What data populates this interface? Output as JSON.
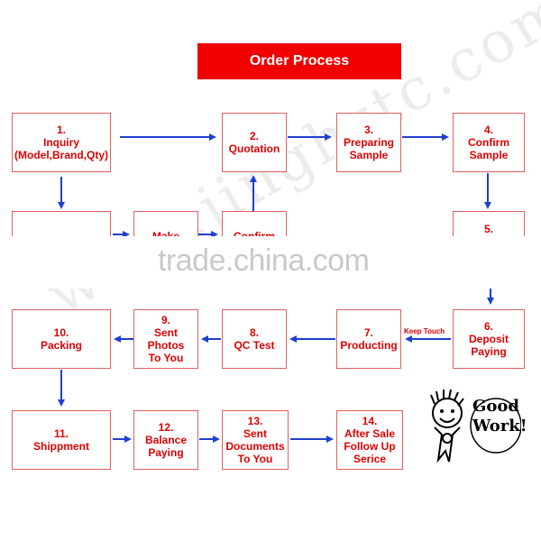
{
  "title": "Order Process",
  "nodes": {
    "inquiry": "1.\nInquiry\n(Model,Brand,Qty)",
    "quotation": "2.\nQuotation",
    "preparing_sample": "3.\nPreparing\nSample",
    "confirm_sample": "4.\nConfirm\nSample",
    "n5": "5.",
    "make": "Make",
    "confirm": "Confirm",
    "deposit_paying": "6.\nDeposit\nPaying",
    "producting": "7.\nProducting",
    "qc_test": "8.\nQC Test",
    "sent_photos": "9.\nSent\nPhotos\nTo You",
    "packing": "10.\nPacking",
    "shippment": "11.\nShippment",
    "balance_paying": "12.\nBalance\nPaying",
    "sent_documents": "13.\nSent\nDocuments\nTo You",
    "after_sale": "14.\nAfter Sale\nFollow Up\nSerice"
  },
  "keep_touch": "Keep Touch",
  "watermark": "trade.china.com",
  "watermark_diag": "www.jinghztc.com",
  "sticker": {
    "line1": "Good",
    "line2": "Work!"
  },
  "colors": {
    "arrow": "#1f3fd0",
    "node_text": "#e00000",
    "title_bg": "#f00000"
  }
}
